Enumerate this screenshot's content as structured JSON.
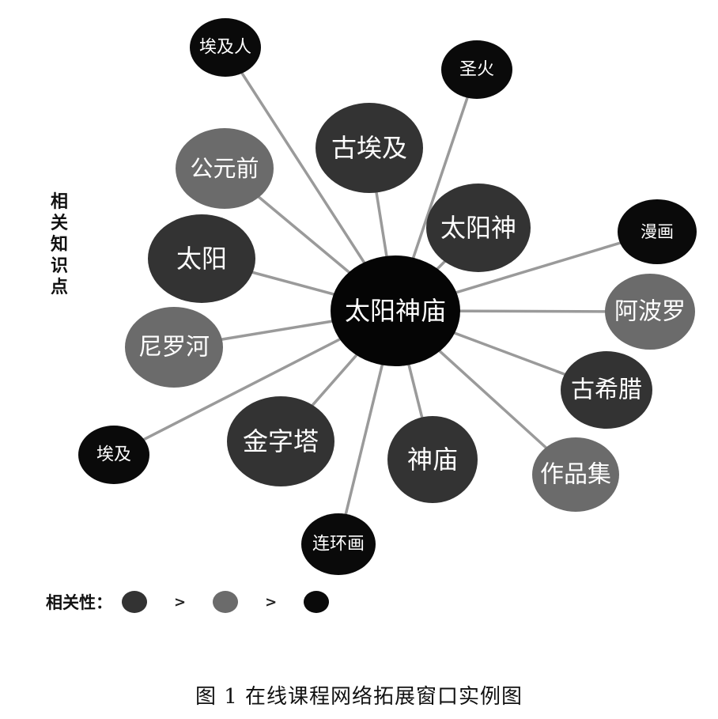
{
  "figure": {
    "side_label": "相关知识点",
    "caption": "图 1 在线课程网络拓展窗口实例图"
  },
  "legend": {
    "title": "相关性：",
    "separator": ">",
    "levels": [
      "high",
      "medium",
      "low"
    ]
  },
  "colors": {
    "high": "#333333",
    "medium": "#6b6b6b",
    "low": "#0a0a0a",
    "center": "#050505",
    "edge": "#9a9a9a"
  },
  "graph": {
    "center": {
      "id": "center",
      "label": "太阳神庙"
    },
    "nodes": [
      {
        "id": "n1",
        "label": "埃及人",
        "level": "low"
      },
      {
        "id": "n2",
        "label": "圣火",
        "level": "low"
      },
      {
        "id": "n3",
        "label": "古埃及",
        "level": "high"
      },
      {
        "id": "n4",
        "label": "公元前",
        "level": "medium"
      },
      {
        "id": "n5",
        "label": "太阳神",
        "level": "high"
      },
      {
        "id": "n6",
        "label": "漫画",
        "level": "low"
      },
      {
        "id": "n7",
        "label": "太阳",
        "level": "high"
      },
      {
        "id": "n8",
        "label": "阿波罗",
        "level": "medium"
      },
      {
        "id": "n9",
        "label": "尼罗河",
        "level": "medium"
      },
      {
        "id": "n10",
        "label": "古希腊",
        "level": "high"
      },
      {
        "id": "n11",
        "label": "埃及",
        "level": "low"
      },
      {
        "id": "n12",
        "label": "金字塔",
        "level": "high"
      },
      {
        "id": "n13",
        "label": "神庙",
        "level": "high"
      },
      {
        "id": "n14",
        "label": "作品集",
        "level": "medium"
      },
      {
        "id": "n15",
        "label": "连环画",
        "level": "low"
      }
    ]
  }
}
